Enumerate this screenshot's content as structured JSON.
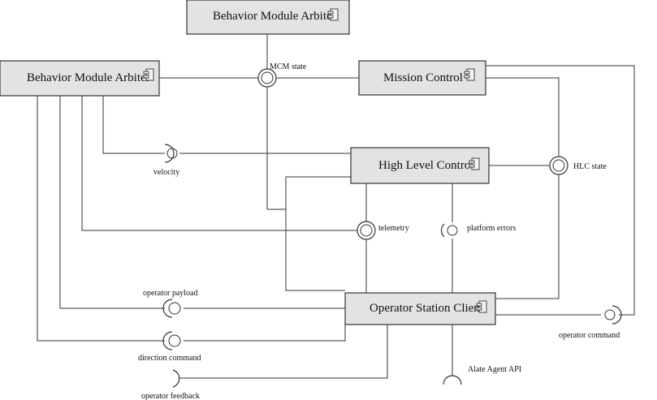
{
  "components": [
    {
      "id": "bma_top",
      "label": "Behavior Module Arbiter"
    },
    {
      "id": "bma_left",
      "label": "Behavior Module Arbiter"
    },
    {
      "id": "mission",
      "label": "Mission Control"
    },
    {
      "id": "hlc",
      "label": "High Level Control"
    },
    {
      "id": "osc",
      "label": "Operator Station Client"
    }
  ],
  "interfaces": [
    {
      "id": "mcm_state",
      "label": "MCM state"
    },
    {
      "id": "velocity",
      "label": "velocity"
    },
    {
      "id": "hlc_state",
      "label": "HLC state"
    },
    {
      "id": "telemetry",
      "label": "telemetry"
    },
    {
      "id": "platform_errors",
      "label": "platform errors"
    },
    {
      "id": "operator_payload",
      "label": "operator payload"
    },
    {
      "id": "direction_command",
      "label": "direction command"
    },
    {
      "id": "operator_command",
      "label": "operator command"
    },
    {
      "id": "operator_feedback",
      "label": "operator feedback"
    },
    {
      "id": "alate_agent_api",
      "label": "Alate Agent API"
    }
  ]
}
